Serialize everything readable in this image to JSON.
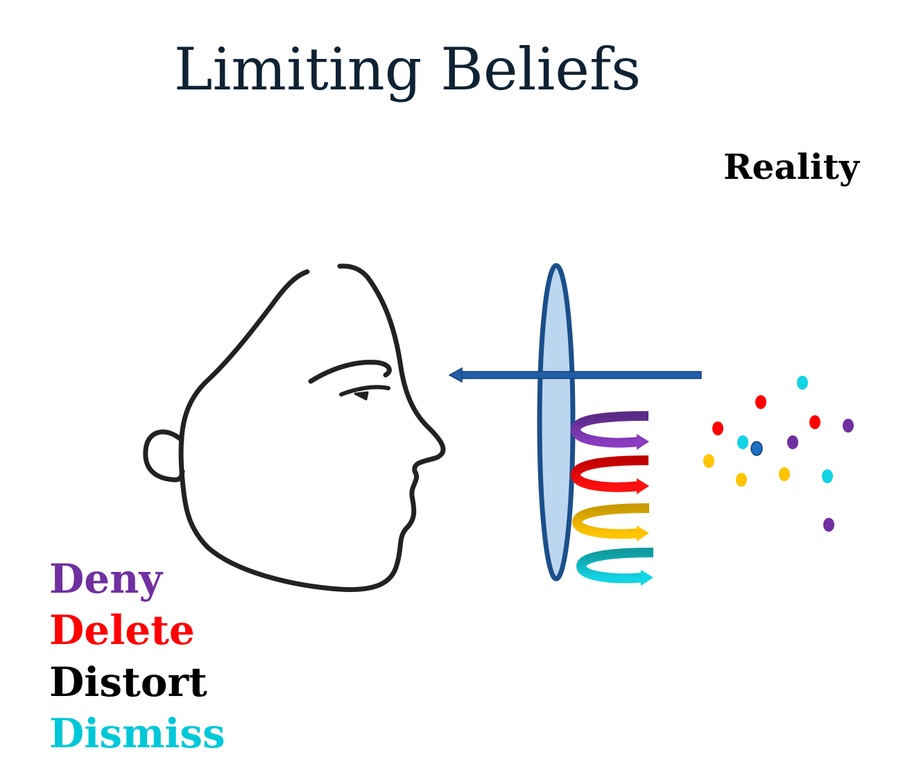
{
  "title": "Limiting Beliefs",
  "reality_label": "Reality",
  "filters": [
    {
      "label": "Deny",
      "color": "#7030A0"
    },
    {
      "label": "Delete",
      "color": "#FF0000"
    },
    {
      "label": "Distort",
      "color": "#000000"
    },
    {
      "label": "Dismiss",
      "color": "#00C8D8"
    }
  ],
  "colors": {
    "title": "#0f2233",
    "outline": "#222222",
    "lens_fill": "#bcd6f0",
    "lens_stroke": "#1b4f8a",
    "arrow": "#1f5fa8",
    "purple": "#7030A0",
    "red": "#FF0000",
    "gold": "#FFC000",
    "cyan": "#00C8D8",
    "blue": "#1f6fc0"
  }
}
